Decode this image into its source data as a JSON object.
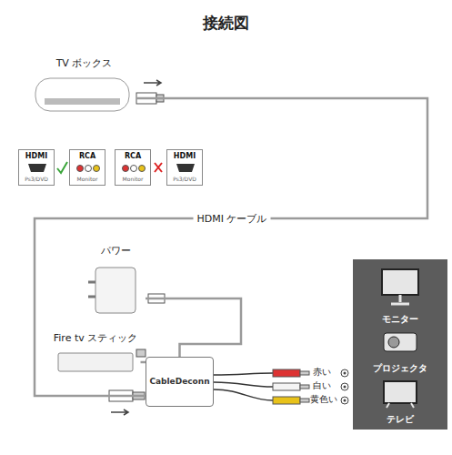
{
  "diagram": {
    "title": "接続図",
    "nodes": [
      {
        "text": [
          "TV ボックス"
        ]
      },
      {
        "text": [
          "HDMI",
          "Ps3/DVD"
        ]
      },
      {
        "text": [
          "RCA",
          "Monitor"
        ]
      },
      {
        "text": [
          "RCA",
          "Monitor"
        ]
      },
      {
        "text": [
          "HDMI",
          "Ps3/DVD"
        ]
      },
      {
        "text": [
          "パワー"
        ]
      },
      {
        "text": [
          "Fire tv スティック"
        ]
      },
      {
        "text": [
          "CableDeconn"
        ]
      },
      {
        "text": [
          "モニター"
        ]
      },
      {
        "text": [
          "プロジェクタ"
        ]
      },
      {
        "text": [
          "テレビ"
        ]
      }
    ],
    "edges": [
      {
        "from": 0,
        "to": 7,
        "label": "HDMI ケーブル",
        "arrow": "none"
      },
      {
        "from": 5,
        "to": 7,
        "arrow": "none"
      },
      {
        "from": 6,
        "to": 7,
        "arrow": "none"
      }
    ],
    "labels": [
      "赤い",
      "白い",
      "黄色い"
    ]
  }
}
